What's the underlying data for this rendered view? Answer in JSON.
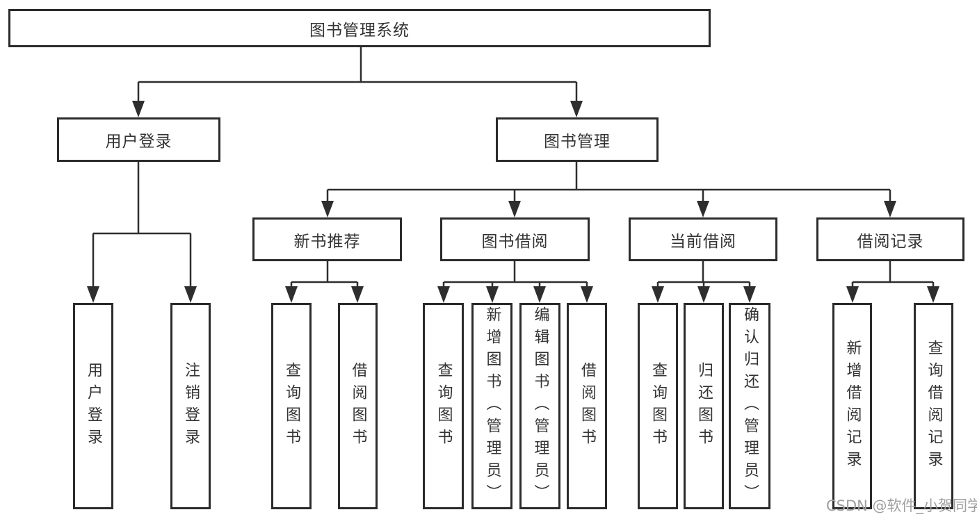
{
  "tree": {
    "label": "图书管理系统",
    "children": [
      {
        "label": "用户登录",
        "children": [
          {
            "label": "用户登录"
          },
          {
            "label": "注销登录"
          }
        ]
      },
      {
        "label": "图书管理",
        "children": [
          {
            "label": "新书推荐",
            "children": [
              {
                "label": "查询图书"
              },
              {
                "label": "借阅图书"
              }
            ]
          },
          {
            "label": "图书借阅",
            "children": [
              {
                "label": "查询图书"
              },
              {
                "label": "新增图书（管理员）"
              },
              {
                "label": "编辑图书（管理员）"
              },
              {
                "label": "借阅图书"
              }
            ]
          },
          {
            "label": "当前借阅",
            "children": [
              {
                "label": "查询图书"
              },
              {
                "label": "归还图书"
              },
              {
                "label": "确认归还（管理员）"
              }
            ]
          },
          {
            "label": "借阅记录",
            "children": [
              {
                "label": "新增借阅记录"
              },
              {
                "label": "查询借阅记录"
              }
            ]
          }
        ]
      }
    ]
  },
  "watermark": {
    "text": "CSDN @软件_小贺同学"
  },
  "colors": {
    "box_border": "#2b2b2b",
    "line": "#2e2e2e",
    "text": "#333333",
    "watermark": "#a0a0a0",
    "background": "#ffffff"
  }
}
